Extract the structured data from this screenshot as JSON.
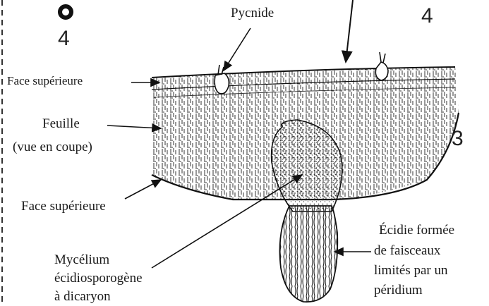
{
  "diagram": {
    "numbers": {
      "top_left": "4",
      "top_right": "4",
      "right": "3"
    },
    "labels": {
      "pycnide": "Pycnide",
      "face_sup_top": "Face supérieure",
      "feuille_1": "Feuille",
      "feuille_2": "(vue en coupe)",
      "face_sup_bottom": "Face supérieure",
      "mycelium_1": "Mycélium",
      "mycelium_2": "écidiosporogène",
      "mycelium_3": "à dicaryon",
      "ecidie_1": "Écidie formée",
      "ecidie_2": "de faisceaux",
      "ecidie_3": "limités par un",
      "ecidie_4": "péridium"
    },
    "icons": [
      "ring-marker-icon"
    ]
  }
}
